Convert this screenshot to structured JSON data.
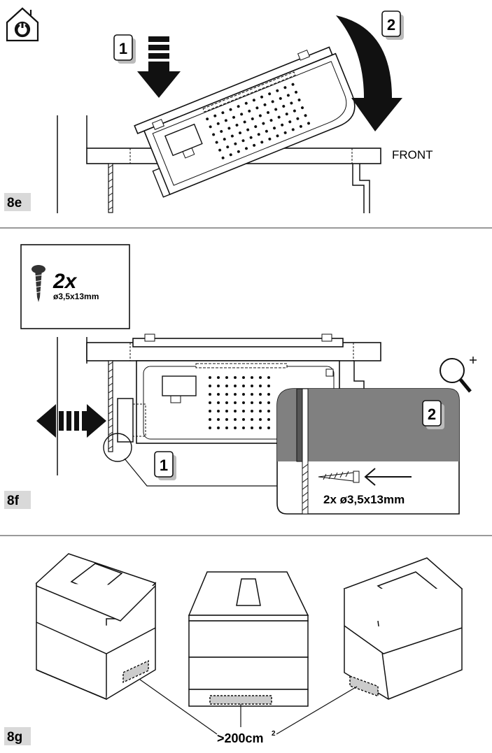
{
  "panels": [
    {
      "step_label": "8e",
      "callouts": [
        "1",
        "2"
      ],
      "front_label": "FRONT"
    },
    {
      "step_label": "8f",
      "callouts": [
        "1",
        "2"
      ],
      "screw_count": "2x",
      "screw_spec": "ø3,5x13mm",
      "detail_caption": "2x ø3,5x13mm"
    },
    {
      "step_label": "8g",
      "vent_area": ">200cm",
      "vent_area_exponent": "2"
    }
  ],
  "icons": {
    "service": "house-service-icon",
    "magnifier": "magnifier-plus-icon",
    "screw": "screw-icon",
    "push_arrow": "push-down-arrow-icon",
    "rotate_arrow": "rotate-arrow-icon",
    "slide_arrow": "double-horizontal-arrow-icon"
  },
  "colors": {
    "line": "#111111",
    "panel_grey": "#808080",
    "box_grey": "#d9d9d9",
    "divider": "#9a9a9a"
  }
}
